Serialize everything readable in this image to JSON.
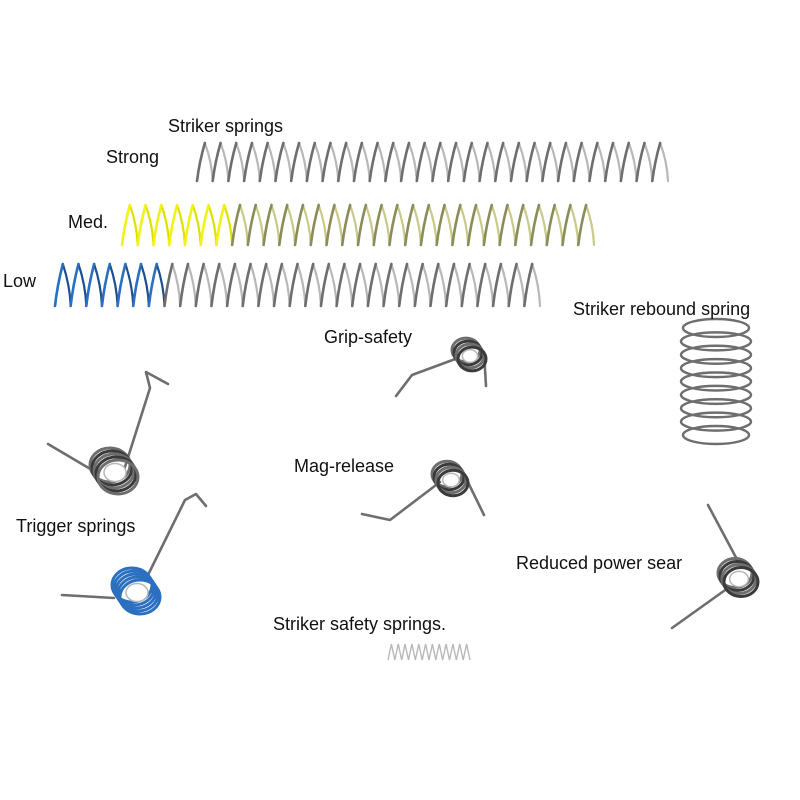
{
  "labels": {
    "striker_springs": "Striker springs",
    "strong": "Strong",
    "med": "Med.",
    "low": "Low",
    "striker_rebound": "Striker rebound spring",
    "grip_safety": "Grip-safety",
    "mag_release": "Mag-release",
    "trigger_springs": "Trigger springs",
    "reduced_power_sear": "Reduced power sear",
    "striker_safety": "Striker safety springs."
  },
  "colors": {
    "steel": "#6e6e6e",
    "steel_dark": "#3a3a3a",
    "steel_light": "#b8b8b8",
    "yellow_coat": "#f2f21a",
    "yellow_tint": "#c9c98a",
    "blue_coat": "#2a6fc0",
    "background": "#ffffff"
  }
}
